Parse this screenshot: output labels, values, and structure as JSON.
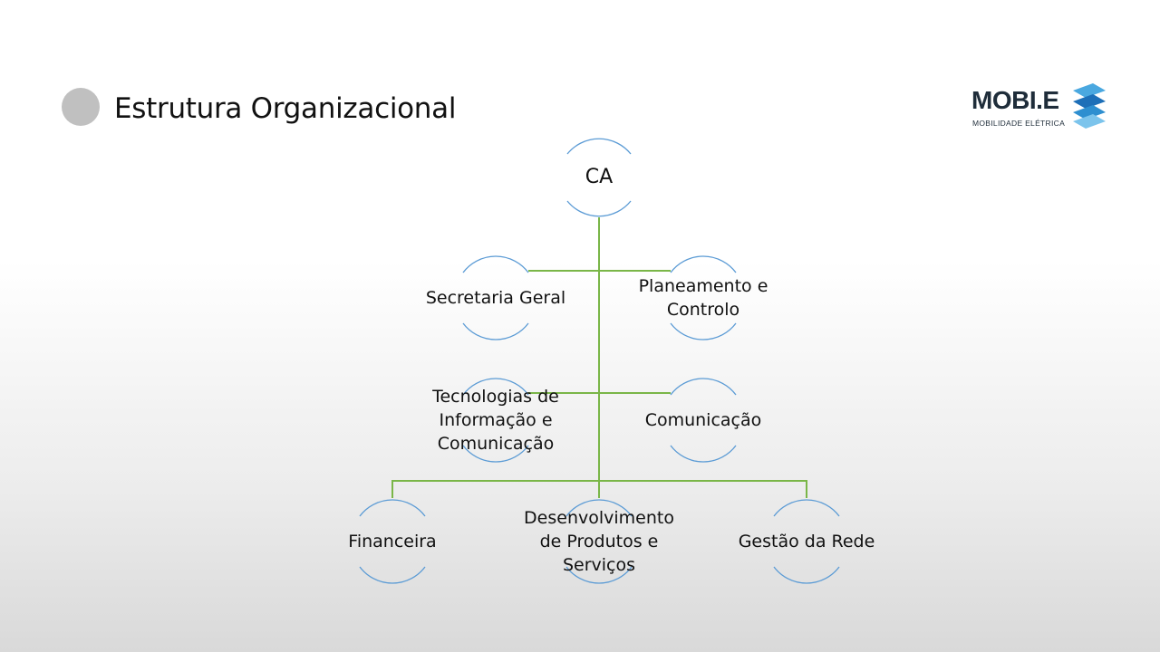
{
  "title": "Estrutura Organizacional",
  "logo": {
    "word": "MOBI.E",
    "subtitle": "MOBILIDADE ELÉTRICA"
  },
  "colors": {
    "connector": "#7ab648",
    "arc": "#5b9bd5",
    "bullet": "#c0c0c0",
    "logo_dark": "#1f2d3a",
    "logo_blue": "#2e8fd0"
  },
  "org": {
    "top": "CA",
    "assistants": [
      "Secretaria Geral",
      "Planeamento e Controlo",
      "Tecnologias de Informação e Comunicação",
      "Comunicação"
    ],
    "departments": [
      "Financeira",
      "Desenvolvimento de Produtos e Serviços",
      "Gestão da Rede"
    ]
  }
}
